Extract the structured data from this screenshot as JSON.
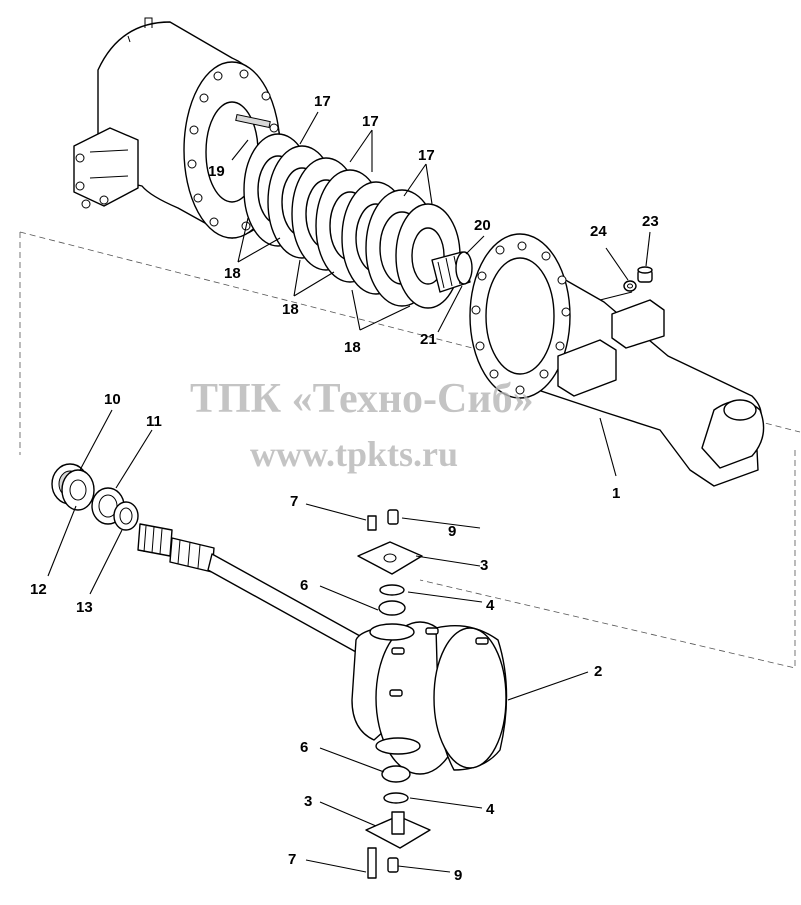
{
  "watermark": {
    "line1": "ТПК «Техно-Сиб»",
    "line2": "www.tpkts.ru"
  },
  "callouts": [
    {
      "id": "c1",
      "text": "1"
    },
    {
      "id": "c2",
      "text": "2"
    },
    {
      "id": "c3a",
      "text": "3"
    },
    {
      "id": "c3b",
      "text": "3"
    },
    {
      "id": "c4a",
      "text": "4"
    },
    {
      "id": "c4b",
      "text": "4"
    },
    {
      "id": "c6a",
      "text": "6"
    },
    {
      "id": "c6b",
      "text": "6"
    },
    {
      "id": "c7a",
      "text": "7"
    },
    {
      "id": "c7b",
      "text": "7"
    },
    {
      "id": "c9a",
      "text": "9"
    },
    {
      "id": "c9b",
      "text": "9"
    },
    {
      "id": "c10",
      "text": "10"
    },
    {
      "id": "c11",
      "text": "11"
    },
    {
      "id": "c12",
      "text": "12"
    },
    {
      "id": "c13",
      "text": "13"
    },
    {
      "id": "c17a",
      "text": "17"
    },
    {
      "id": "c17b",
      "text": "17"
    },
    {
      "id": "c17c",
      "text": "17"
    },
    {
      "id": "c18a",
      "text": "18"
    },
    {
      "id": "c18b",
      "text": "18"
    },
    {
      "id": "c18c",
      "text": "18"
    },
    {
      "id": "c19",
      "text": "19"
    },
    {
      "id": "c20",
      "text": "20"
    },
    {
      "id": "c21",
      "text": "21"
    },
    {
      "id": "c23",
      "text": "23"
    },
    {
      "id": "c24",
      "text": "24"
    }
  ]
}
